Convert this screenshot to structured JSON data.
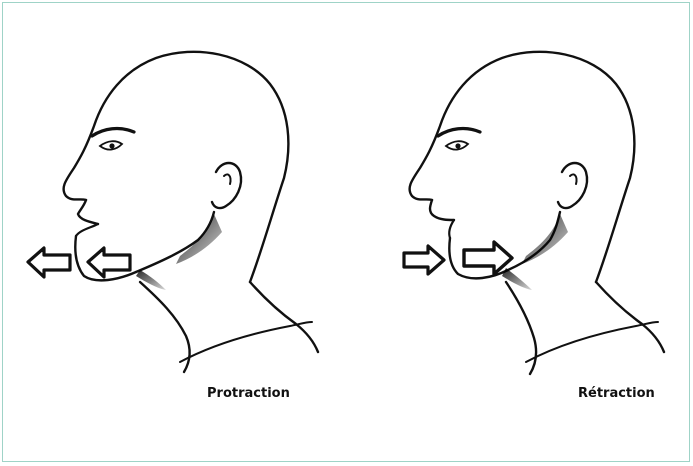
{
  "figure": {
    "panels": [
      {
        "caption": "Protraction",
        "motion": "forward"
      },
      {
        "caption": "Rétraction",
        "motion": "backward"
      }
    ],
    "colors": {
      "ink": "#111111",
      "shade": "#2a2a2a",
      "frame": "#9fd3c7",
      "background": "#ffffff"
    }
  }
}
